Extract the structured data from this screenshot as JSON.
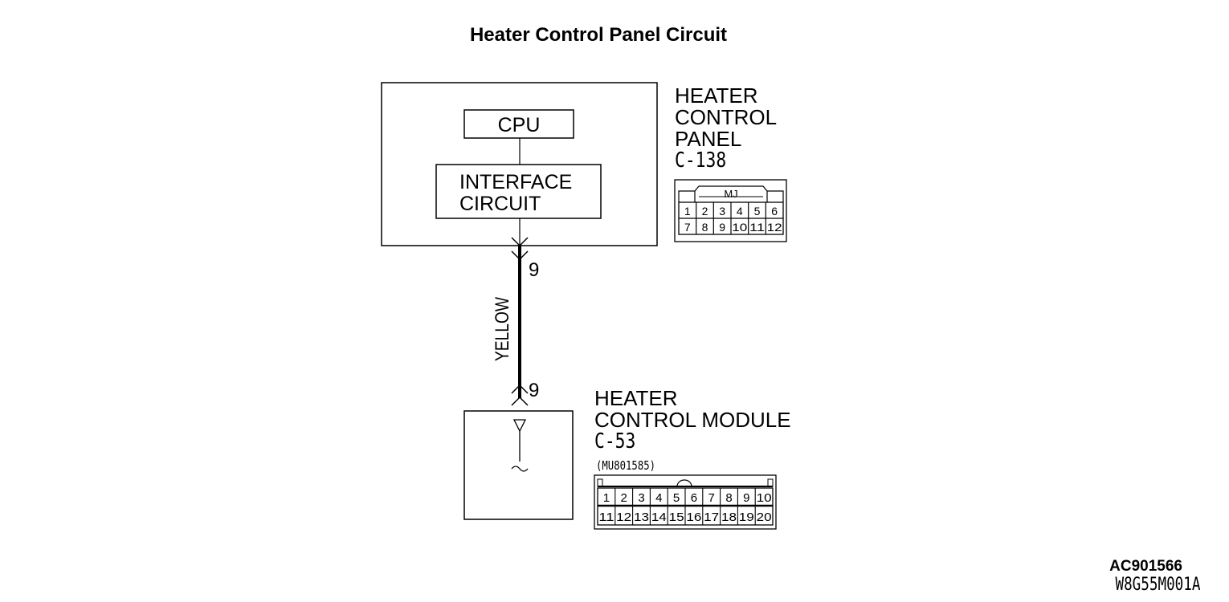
{
  "title": "Heater Control Panel Circuit",
  "panel": {
    "cpu_label": "CPU",
    "interface_line1": "INTERFACE",
    "interface_line2": "CIRCUIT",
    "name_line1": "HEATER",
    "name_line2": "CONTROL",
    "name_line3": "PANEL",
    "connector_id": "C-138",
    "connector_header": "MJ",
    "pins_row1": [
      "1",
      "2",
      "3",
      "4",
      "5",
      "6"
    ],
    "pins_row2": [
      "7",
      "8",
      "9",
      "10",
      "11",
      "12"
    ]
  },
  "wire": {
    "color_label": "YELLOW",
    "pin_top": "9",
    "pin_bottom": "9"
  },
  "module": {
    "name_line1": "HEATER",
    "name_line2": "CONTROL MODULE",
    "connector_id": "C-53",
    "part_number": "(MU801585)",
    "pins_row1": [
      "1",
      "2",
      "3",
      "4",
      "5",
      "6",
      "7",
      "8",
      "9",
      "10"
    ],
    "pins_row2": [
      "11",
      "12",
      "13",
      "14",
      "15",
      "16",
      "17",
      "18",
      "19",
      "20"
    ]
  },
  "codes": {
    "ref1": "AC901566",
    "ref2": "W8G55M001A"
  }
}
